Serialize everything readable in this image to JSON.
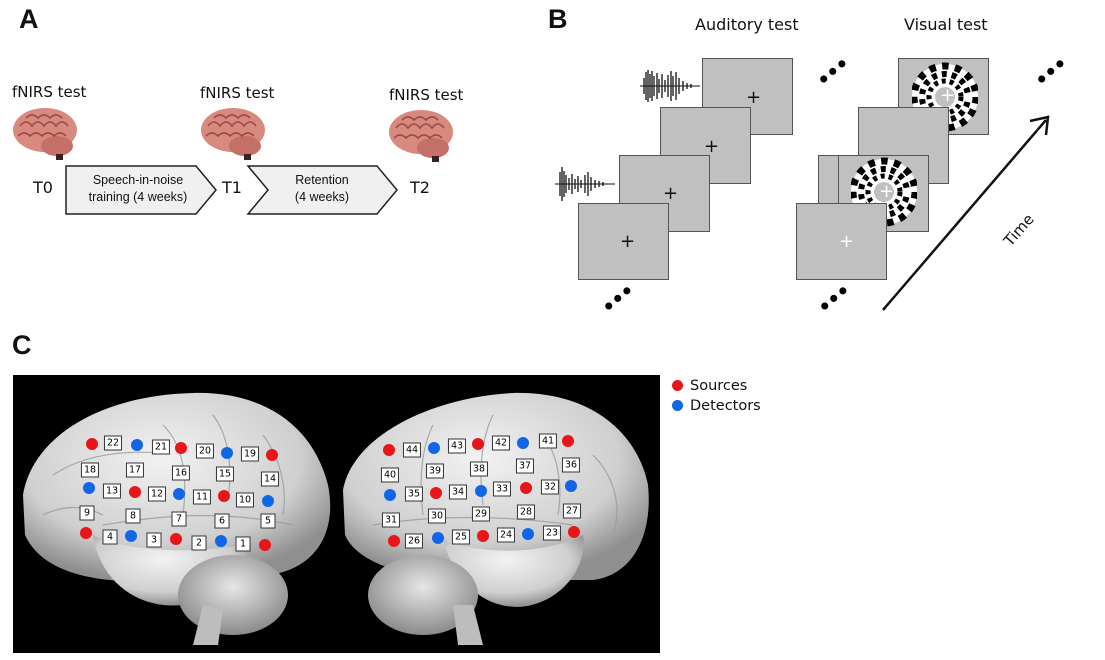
{
  "figure": {
    "panels": {
      "a": {
        "label": "A",
        "timepoints": [
          {
            "id": "T0",
            "label": "T0",
            "test_label": "fNIRS test"
          },
          {
            "id": "T1",
            "label": "T1",
            "test_label": "fNIRS test"
          },
          {
            "id": "T2",
            "label": "T2",
            "test_label": "fNIRS test"
          }
        ],
        "phases": [
          {
            "line1": "Speech-in-noise",
            "line2": "training (4 weeks)"
          },
          {
            "line1": "Retention",
            "line2": "(4 weeks)"
          }
        ]
      },
      "b": {
        "label": "B",
        "conditions": [
          {
            "title": "Auditory test",
            "stimulus": "speech waveform",
            "fixation": "+"
          },
          {
            "title": "Visual test",
            "stimulus": "checkerboard ring",
            "fixation": "+"
          }
        ],
        "ellipsis": "•••",
        "time_axis_label": "Time"
      },
      "c": {
        "label": "C",
        "legend": [
          {
            "label": "Sources",
            "color": "#e8161b"
          },
          {
            "label": "Detectors",
            "color": "#1166e8"
          }
        ],
        "left_hemisphere_channels": [
          "22",
          "21",
          "20",
          "19",
          "18",
          "17",
          "16",
          "15",
          "14",
          "13",
          "12",
          "11",
          "10",
          "9",
          "8",
          "7",
          "6",
          "5",
          "4",
          "3",
          "2",
          "1"
        ],
        "right_hemisphere_channels": [
          "44",
          "43",
          "42",
          "41",
          "40",
          "39",
          "38",
          "37",
          "36",
          "35",
          "34",
          "33",
          "32",
          "31",
          "30",
          "29",
          "28",
          "27",
          "26",
          "25",
          "24",
          "23"
        ],
        "colors": {
          "source": "#e8161b",
          "detector": "#1166e8",
          "background": "#000000"
        }
      }
    }
  }
}
